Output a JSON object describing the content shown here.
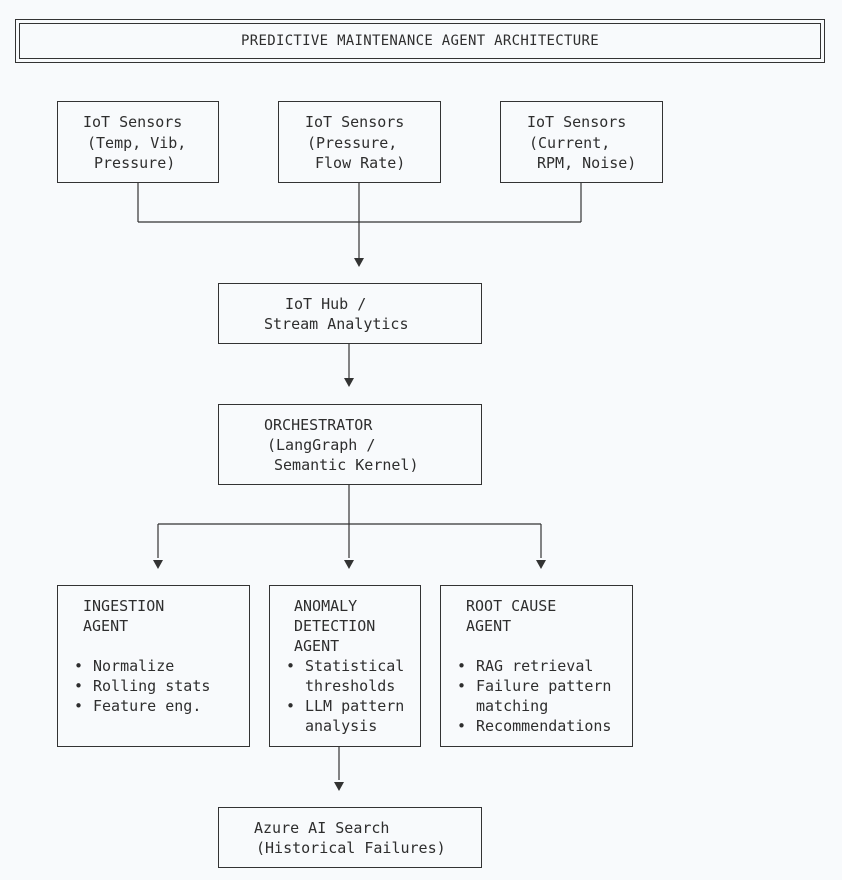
{
  "title": "PREDICTIVE MAINTENANCE AGENT ARCHITECTURE",
  "sensors": [
    {
      "lines": [
        "IoT Sensors",
        "(Temp, Vib,",
        "Pressure)"
      ]
    },
    {
      "lines": [
        "IoT Sensors",
        "(Pressure,",
        "Flow Rate)"
      ]
    },
    {
      "lines": [
        "IoT Sensors",
        "(Current,",
        "RPM, Noise)"
      ]
    }
  ],
  "hub": {
    "lines": [
      "IoT Hub /",
      "Stream Analytics"
    ]
  },
  "orchestrator": {
    "lines": [
      "ORCHESTRATOR",
      "(LangGraph /",
      "Semantic Kernel)"
    ]
  },
  "agents": [
    {
      "title_lines": [
        "INGESTION",
        "AGENT"
      ],
      "bullets": [
        [
          "Normalize"
        ],
        [
          "Rolling stats"
        ],
        [
          "Feature eng."
        ]
      ]
    },
    {
      "title_lines": [
        "ANOMALY",
        "DETECTION",
        "AGENT"
      ],
      "bullets": [
        [
          "Statistical",
          "thresholds"
        ],
        [
          "LLM pattern",
          "analysis"
        ]
      ]
    },
    {
      "title_lines": [
        "ROOT CAUSE",
        "AGENT"
      ],
      "bullets": [
        [
          "RAG retrieval"
        ],
        [
          "Failure pattern",
          "matching"
        ],
        [
          "Recommendations"
        ]
      ]
    }
  ],
  "search": {
    "lines": [
      "Azure AI Search",
      "(Historical Failures)"
    ]
  },
  "bullet_char": "•"
}
